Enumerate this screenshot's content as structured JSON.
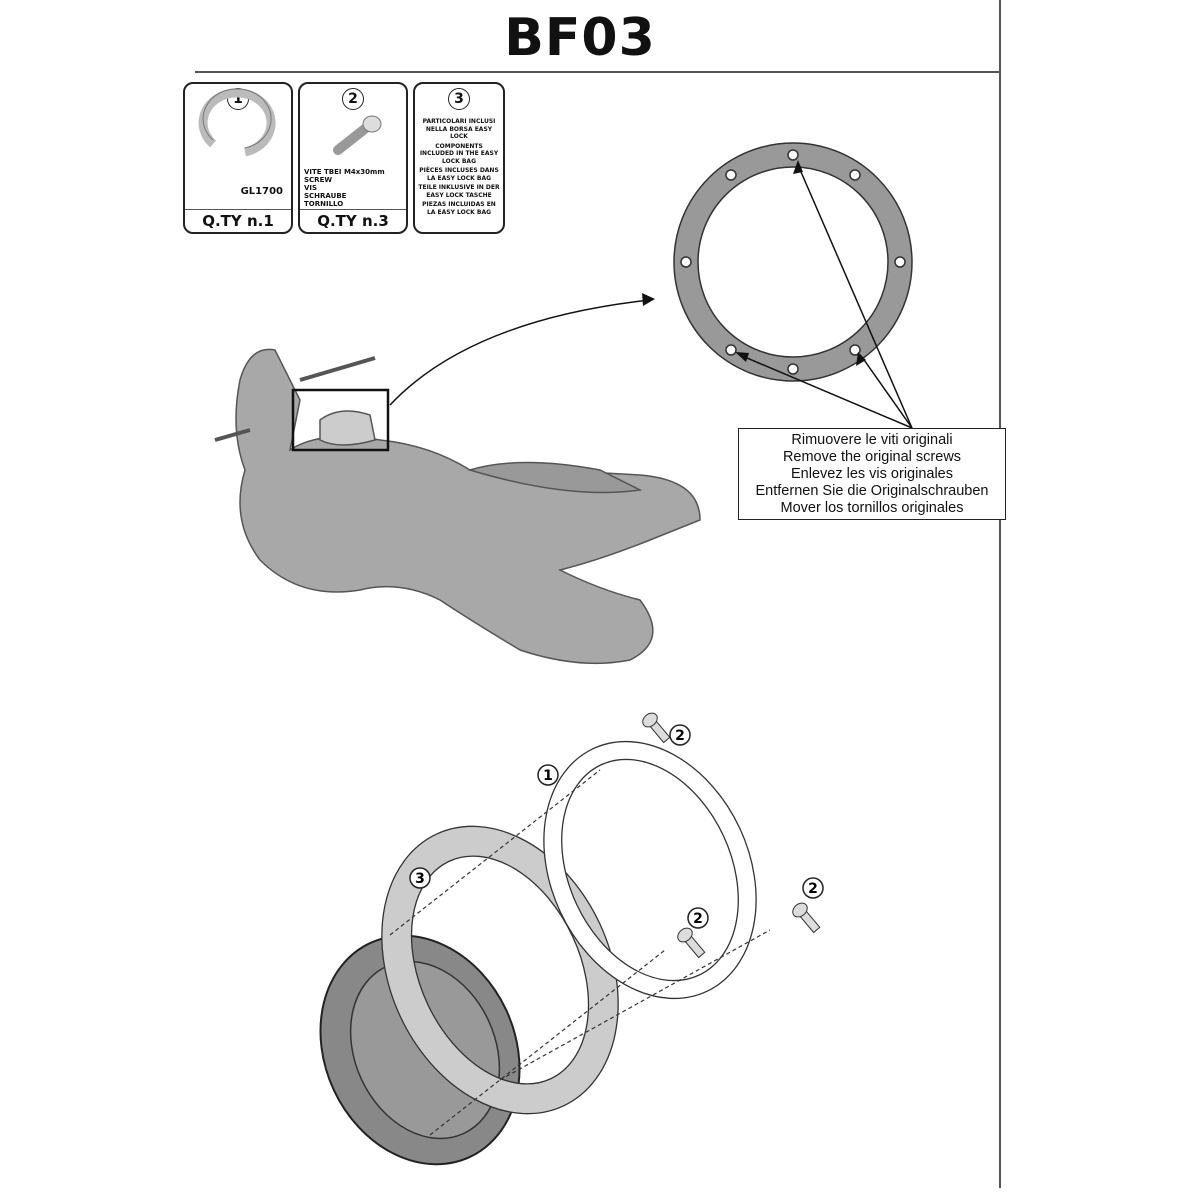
{
  "title": "BF03",
  "parts": [
    {
      "number": "1",
      "code": "GL1700",
      "qty": "Q.TY n.1"
    },
    {
      "number": "2",
      "desc": [
        "VITE TBEI M4x30mm",
        "SCREW",
        "VIS",
        "SCHRAUBE",
        "TORNILLO"
      ],
      "qty": "Q.TY n.3"
    },
    {
      "number": "3",
      "desc": [
        "PARTICOLARI INCLUSI NELLA BORSA EASY LOCK",
        "COMPONENTS INCLUDED IN THE EASY LOCK BAG",
        "PIÈCES INCLUSES DANS LA EASY LOCK BAG",
        "TEILE INKLUSIVE IN DER EASY LOCK TASCHE",
        "PIEZAS INCLUIDAS EN LA EASY LOCK BAG"
      ]
    }
  ],
  "callout": [
    "Rimuovere le viti originali",
    "Remove the original screws",
    "Enlevez  les vis originales",
    "Entfernen Sie die Originalschrauben",
    "Mover los tornillos originales"
  ],
  "exploded_labels": {
    "ring": "1",
    "screw": "2",
    "plate": "3"
  }
}
